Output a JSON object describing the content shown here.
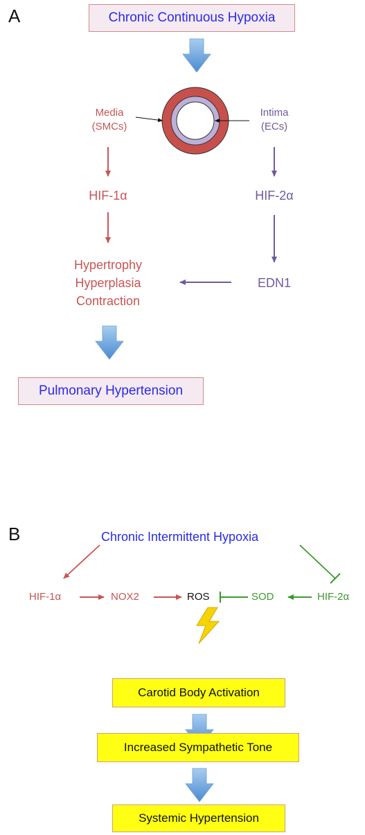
{
  "panel_a": {
    "letter": "A",
    "top_box": "Chronic Continuous Hypoxia",
    "media_label": [
      "Media",
      "(SMCs)"
    ],
    "intima_label": [
      "Intima",
      "(ECs)"
    ],
    "hif1": "HIF-1α",
    "hif2": "HIF-2α",
    "effects": [
      "Hypertrophy",
      "Hyperplasia",
      "Contraction"
    ],
    "edn1": "EDN1",
    "bottom_box": "Pulmonary Hypertension"
  },
  "panel_b": {
    "letter": "B",
    "title": "Chronic Intermittent Hypoxia",
    "hif1": "HIF-1α",
    "nox2": "NOX2",
    "ros": "ROS",
    "sod": "SOD",
    "hif2": "HIF-2α",
    "box1": "Carotid Body Activation",
    "box2": "Increased Sympathetic Tone",
    "box3": "Systemic Hypertension"
  },
  "colors": {
    "red": "#c95454",
    "purple": "#6f5aa0",
    "green": "#3c9a2c",
    "blue_text": "#2a2ae6",
    "big_arrow": "#5b9bd5",
    "yellow_box": "#ffff14",
    "lightning": "#f5d400"
  }
}
